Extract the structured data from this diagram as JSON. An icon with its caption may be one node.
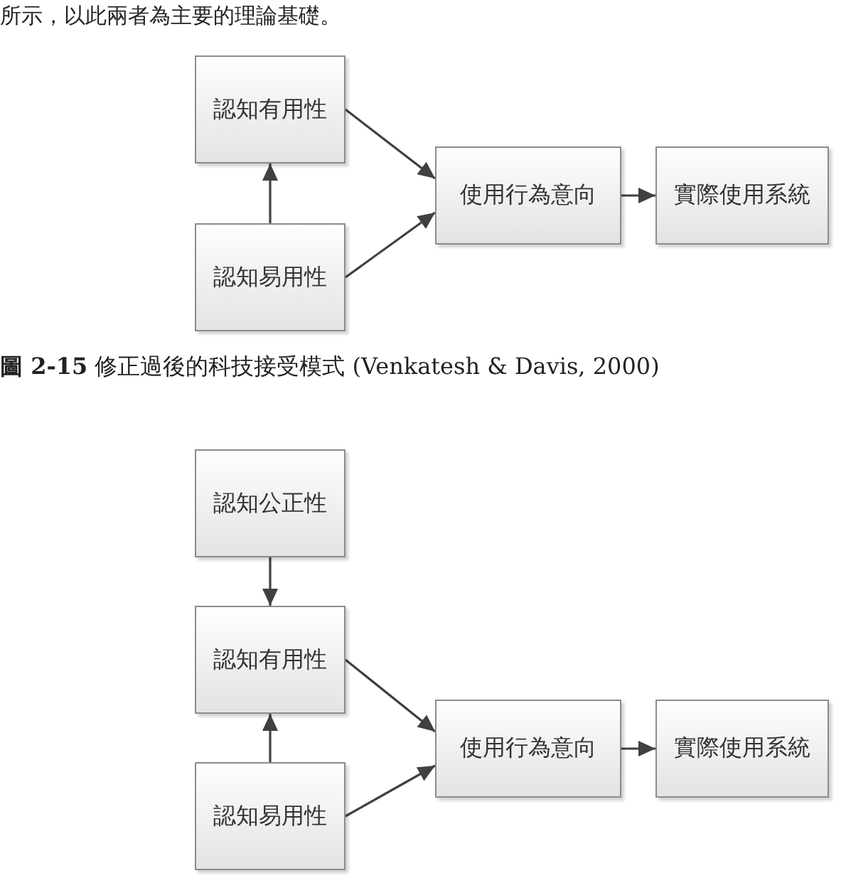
{
  "diagram": {
    "caption": "**圖 2-15** 修正過後的科技接受模式 (Venkatesh & Davis, 2000)",
    "nodes": [
      {
        "text": [
          "認知有用性"
        ]
      },
      {
        "text": [
          "使用行為意向"
        ]
      },
      {
        "text": [
          "實際使用系統"
        ]
      },
      {
        "text": [
          "認知易用性"
        ]
      },
      {
        "text": [
          "認知公正性"
        ]
      },
      {
        "text": [
          "認知有用性"
        ]
      },
      {
        "text": [
          "使用行為意向"
        ]
      },
      {
        "text": [
          "實際使用系統"
        ]
      },
      {
        "text": [
          "認知易用性"
        ]
      }
    ],
    "edges": [
      {
        "from": 3,
        "to": 0,
        "arrow": "to"
      },
      {
        "from": 0,
        "to": 1,
        "arrow": "to"
      },
      {
        "from": 3,
        "to": 1,
        "arrow": "to"
      },
      {
        "from": 1,
        "to": 2,
        "arrow": "to"
      },
      {
        "from": 4,
        "to": 5,
        "arrow": "to"
      },
      {
        "from": 8,
        "to": 5,
        "arrow": "to"
      },
      {
        "from": 5,
        "to": 6,
        "arrow": "to"
      },
      {
        "from": 8,
        "to": 6,
        "arrow": "to"
      },
      {
        "from": 6,
        "to": 7,
        "arrow": "to"
      }
    ],
    "labels": [
      "所示，以此兩者為主要的理論基礎。"
    ]
  }
}
